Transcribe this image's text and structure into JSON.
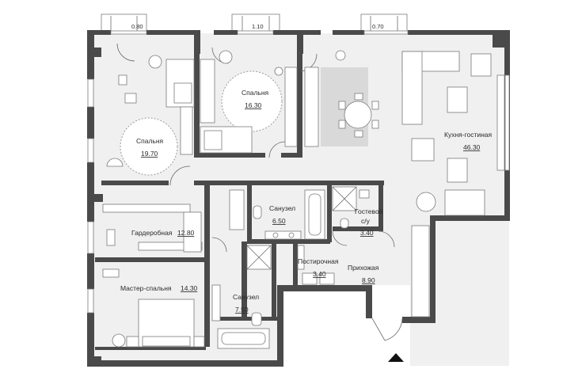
{
  "rooms": [
    {
      "id": "bedroom-1",
      "name": "Спальня",
      "area": "19.70"
    },
    {
      "id": "bedroom-2",
      "name": "Спальня",
      "area": "16.30"
    },
    {
      "id": "kitchen-living",
      "name": "Кухня-гостиная",
      "area": "46.30"
    },
    {
      "id": "bathroom-1",
      "name": "Санузел",
      "area": "6.50"
    },
    {
      "id": "guest-wc",
      "name": "Гостевой с/у",
      "name_line1": "Гостевой",
      "name_line2": "с/у",
      "area": "3.40"
    },
    {
      "id": "wardrobe",
      "name": "Гардеробная",
      "area": "12.80"
    },
    {
      "id": "laundry",
      "name": "Постирочная",
      "area": "3.40"
    },
    {
      "id": "hallway",
      "name": "Прихожая",
      "area": "8.90"
    },
    {
      "id": "master-bedroom",
      "name": "Мастер-спальня",
      "area": "14.30"
    },
    {
      "id": "bathroom-2",
      "name": "Санузел",
      "area": "7.50"
    }
  ],
  "balconies": [
    {
      "id": "balcony-1",
      "depth": "0.80"
    },
    {
      "id": "balcony-2",
      "depth": "1.10"
    },
    {
      "id": "balcony-3",
      "depth": "0.70"
    }
  ],
  "entrance_icon": "entrance-arrow-icon"
}
